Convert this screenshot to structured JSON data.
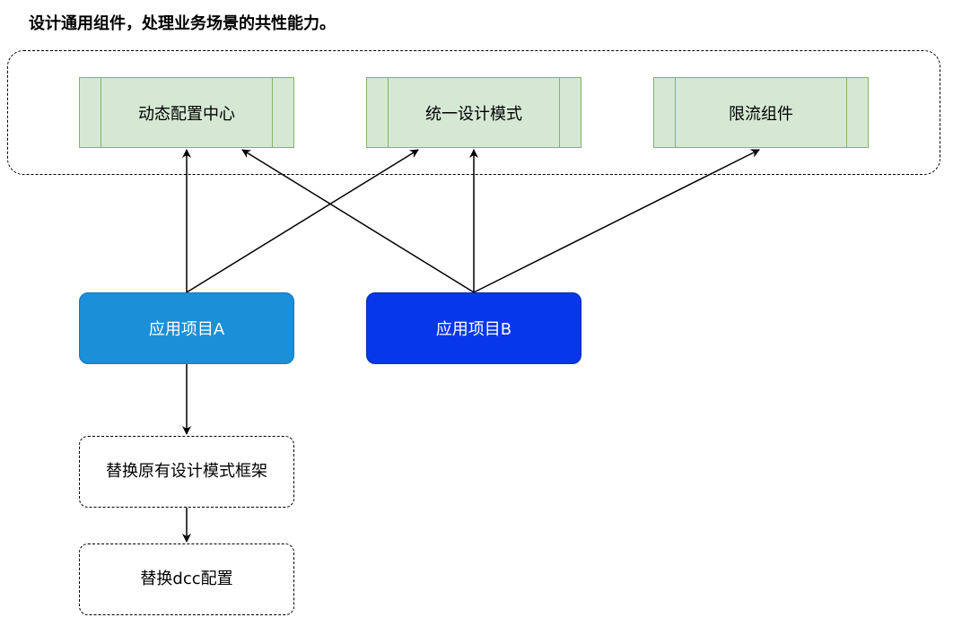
{
  "title": "设计通用组件，处理业务场景的共性能力。",
  "modules": [
    {
      "id": "dcc",
      "label": "动态配置中心"
    },
    {
      "id": "pattern",
      "label": "统一设计模式"
    },
    {
      "id": "limiter",
      "label": "限流组件"
    }
  ],
  "apps": [
    {
      "id": "app-a",
      "label": "应用项目A",
      "color": "#1b8fd8"
    },
    {
      "id": "app-b",
      "label": "应用项目B",
      "color": "#0737ea"
    }
  ],
  "steps": [
    {
      "id": "step-replace-pattern",
      "label": "替换原有设计模式框架"
    },
    {
      "id": "step-replace-dcc",
      "label": "替换dcc配置"
    }
  ],
  "colors": {
    "module_fill": "#d5e8d4",
    "module_stroke": "#82b366"
  }
}
